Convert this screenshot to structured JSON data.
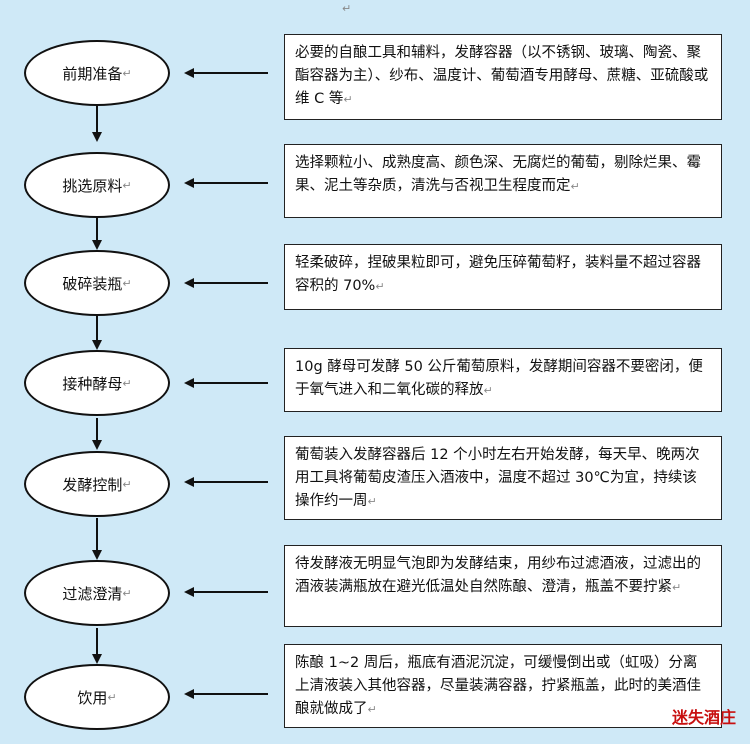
{
  "para_mark": "↵",
  "steps": [
    {
      "label": "前期准备",
      "desc": "必要的自酿工具和辅料，发酵容器（以不锈钢、玻璃、陶瓷、聚酯容器为主）、纱布、温度计、葡萄酒专用酵母、蔗糖、亚硫酸或维 C 等"
    },
    {
      "label": "挑选原料",
      "desc": "选择颗粒小、成熟度高、颜色深、无腐烂的葡萄，剔除烂果、霉果、泥土等杂质，清洗与否视卫生程度而定"
    },
    {
      "label": "破碎装瓶",
      "desc": "轻柔破碎，捏破果粒即可，避免压碎葡萄籽，装料量不超过容器容积的 70%"
    },
    {
      "label": "接种酵母",
      "desc": "10g 酵母可发酵 50 公斤葡萄原料，发酵期间容器不要密闭，便于氧气进入和二氧化碳的释放"
    },
    {
      "label": "发酵控制",
      "desc": "葡萄装入发酵容器后 12 个小时左右开始发酵，每天早、晚两次用工具将葡萄皮渣压入酒液中，温度不超过 30℃为宜，持续该操作约一周"
    },
    {
      "label": "过滤澄清",
      "desc": "待发酵液无明显气泡即为发酵结束，用纱布过滤酒液，过滤出的酒液装满瓶放在避光低温处自然陈酿、澄清，瓶盖不要拧紧"
    },
    {
      "label": "饮用",
      "desc": "陈酿 1~2 周后，瓶底有酒泥沉淀，可缓慢倒出或（虹吸）分离上清液装入其他容器，尽量装满容器，拧紧瓶盖，此时的美酒佳酿就做成了"
    }
  ],
  "watermark": "迷失酒庄"
}
